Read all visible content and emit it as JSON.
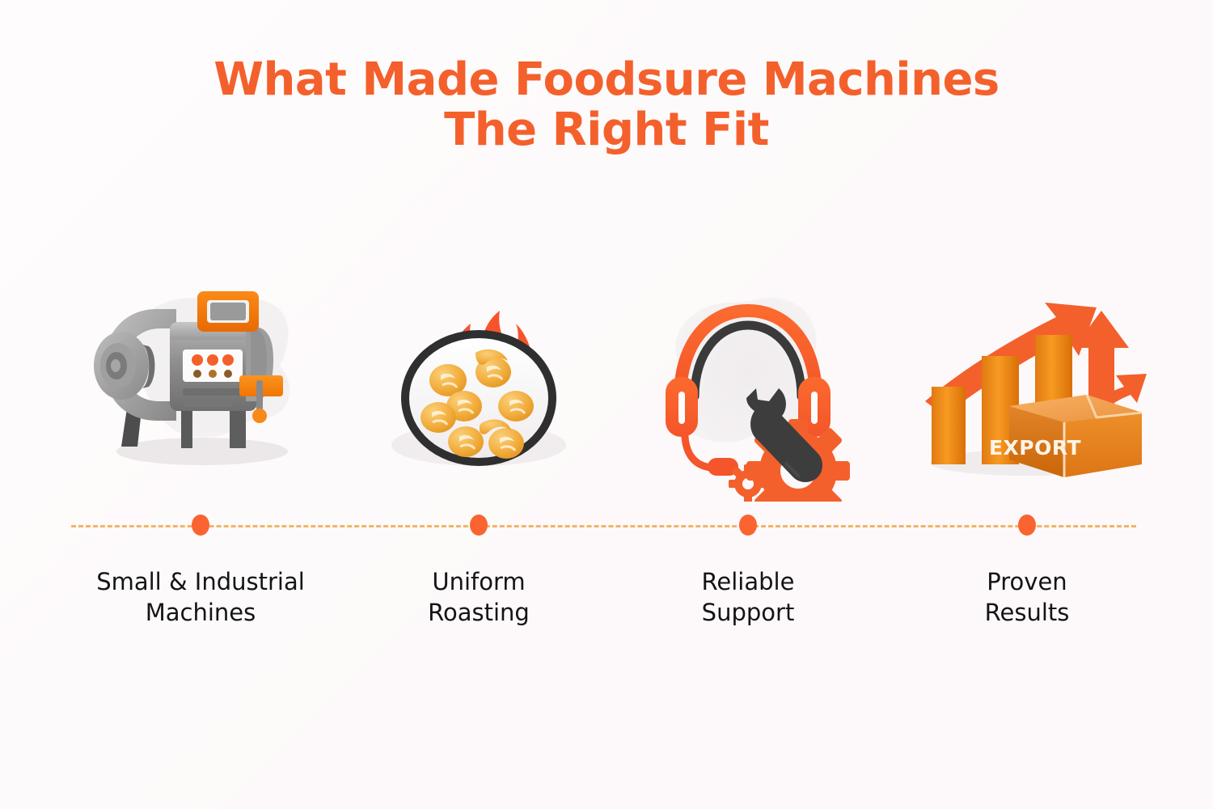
{
  "page": {
    "background_color": "#fdf9fa",
    "accent_color": "#f4602c",
    "dot_color": "#fb6430",
    "dash_color": "#f0a94e",
    "text_color": "#141414"
  },
  "header": {
    "title_line1": "What Made Foodsure Machines",
    "title_line2": "The Right Fit"
  },
  "items": [
    {
      "icon_name": "roasting-machine-icon",
      "label_line1": "Small & Industrial",
      "label_line2": "Machines"
    },
    {
      "icon_name": "flaming-roasting-pan-icon",
      "label_line1": "Uniform",
      "label_line2": "Roasting"
    },
    {
      "icon_name": "headset-wrench-gear-icon",
      "label_line1": "Reliable",
      "label_line2": "Support"
    },
    {
      "icon_name": "growth-chart-export-box-icon",
      "label_line1": "Proven",
      "label_line2": "Results"
    }
  ],
  "icon_text": {
    "export_box_label": "EXPORT"
  }
}
